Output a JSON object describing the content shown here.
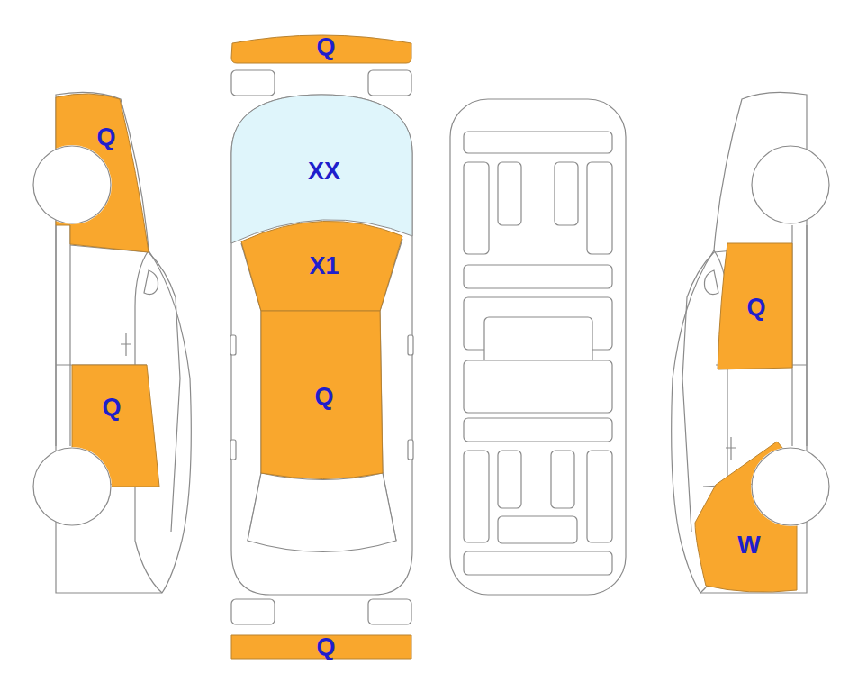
{
  "diagram": {
    "nodes": [
      {
        "text": [
          "Q"
        ]
      },
      {
        "text": [
          "Q"
        ]
      },
      {
        "text": [
          "XX"
        ]
      },
      {
        "text": [
          "X1"
        ]
      },
      {
        "text": [
          "Q"
        ]
      },
      {
        "text": [
          "Q"
        ]
      },
      {
        "text": [
          "Q"
        ]
      },
      {
        "text": [
          "W"
        ]
      },
      {
        "text": [
          "Q"
        ]
      }
    ]
  }
}
